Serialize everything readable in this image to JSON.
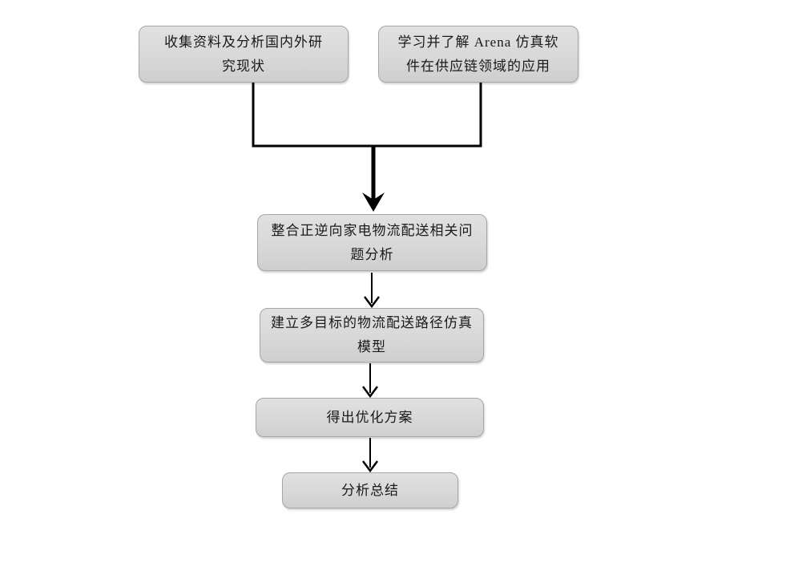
{
  "diagram": {
    "title": "",
    "type": "flowchart",
    "colors": {
      "background": "#ffffff",
      "node_fill_top": "#e1e1e1",
      "node_fill_bottom": "#cfcfcf",
      "node_border": "#a6a6a6",
      "connector": "#000000",
      "text": "#1a1a1a"
    },
    "nodes": [
      {
        "id": "collect-research",
        "label": "收集资料及分析国内外研究现状",
        "lines": [
          "收集资料及分析国内外研",
          "究现状"
        ]
      },
      {
        "id": "learn-arena",
        "label": "学习并了解 Arena 仿真软件在供应链领域的应用",
        "lines": [
          "学习并了解 Arena 仿真软",
          "件在供应链领域的应用"
        ]
      },
      {
        "id": "integrate-problems",
        "label": "整合正逆向家电物流配送相关问题分析",
        "lines": [
          "整合正逆向家电物流配送相关问",
          "题分析"
        ]
      },
      {
        "id": "build-model",
        "label": "建立多目标的物流配送路径仿真模型",
        "lines": [
          "建立多目标的物流配送路径仿真",
          "模型"
        ]
      },
      {
        "id": "optimization-plan",
        "label": "得出优化方案",
        "lines": [
          "得出优化方案"
        ]
      },
      {
        "id": "analysis-summary",
        "label": "分析总结",
        "lines": [
          "分析总结"
        ]
      }
    ],
    "edges": [
      {
        "from": "collect-research",
        "to": "integrate-problems",
        "style": "elbow-merge"
      },
      {
        "from": "learn-arena",
        "to": "integrate-problems",
        "style": "elbow-merge"
      },
      {
        "from": "integrate-problems",
        "to": "build-model",
        "style": "arrow"
      },
      {
        "from": "build-model",
        "to": "optimization-plan",
        "style": "arrow"
      },
      {
        "from": "optimization-plan",
        "to": "analysis-summary",
        "style": "arrow"
      }
    ]
  }
}
